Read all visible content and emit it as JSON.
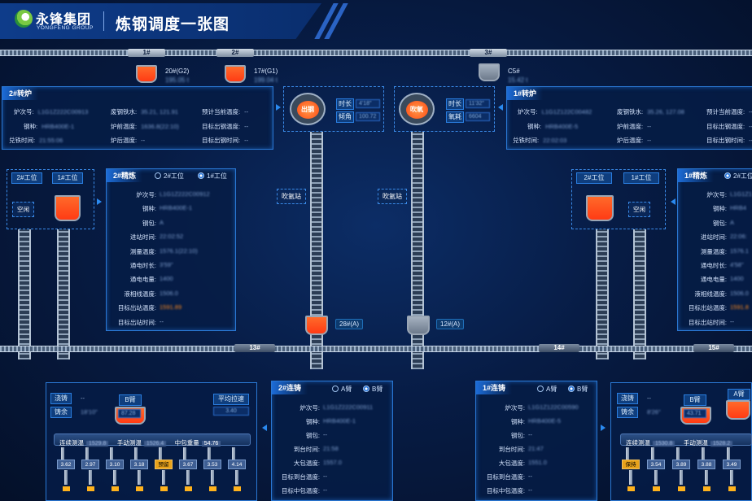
{
  "header": {
    "logo_cn": "永锋集团",
    "logo_en": "YONGFENG GROUP",
    "title": "炼钢调度一张图"
  },
  "top_rail": {
    "trolleys": [
      "1#",
      "2#",
      "3#"
    ],
    "ladles": [
      {
        "id": "20#(G2)",
        "sub": "195.05 t"
      },
      {
        "id": "17#(G1)",
        "sub": "199.04 t"
      },
      {
        "id": "C5#",
        "sub": "15.42 t"
      }
    ]
  },
  "converter2": {
    "title": "2#转炉",
    "rows": [
      {
        "k": "炉次号:",
        "v": "L1G1Z222C00913"
      },
      {
        "k": "钢种:",
        "v": "HRB400E-1"
      },
      {
        "k": "兑铁时间:",
        "v": "21:55:06"
      }
    ],
    "rows_mid": [
      {
        "k": "废钢铁水:",
        "v": "35.21, 121.91"
      },
      {
        "k": "炉前温度:",
        "v": "1636.8(22:10)"
      },
      {
        "k": "炉后温度:",
        "v": "--"
      }
    ],
    "rows_right": [
      {
        "k": "预计当前温度:",
        "v": "--"
      },
      {
        "k": "目标出钢温度:",
        "v": "--"
      },
      {
        "k": "目标出钢时间:",
        "v": "--"
      }
    ]
  },
  "converter1": {
    "title": "1#转炉",
    "rows": [
      {
        "k": "炉次号:",
        "v": "L1G1Z122C00482"
      },
      {
        "k": "钢种:",
        "v": "HRB400E-5"
      },
      {
        "k": "兑铁时间:",
        "v": "22:02:03"
      }
    ],
    "rows_mid": [
      {
        "k": "废钢铁水:",
        "v": "35.26, 127.08"
      },
      {
        "k": "炉前温度:",
        "v": "--"
      },
      {
        "k": "炉后温度:",
        "v": "--"
      }
    ],
    "rows_right": [
      {
        "k": "预计当前温度:",
        "v": "--"
      },
      {
        "k": "目标出钢温度:",
        "v": "--"
      },
      {
        "k": "目标出钢时间:",
        "v": "--"
      }
    ]
  },
  "tapping": {
    "label": "出钢",
    "time_k": "时长",
    "time_v": "4'18\"",
    "angle_k": "倾角",
    "angle_v": "100.72"
  },
  "blowing": {
    "label": "吹氧",
    "time_k": "时长",
    "time_v": "11'32\"",
    "o2_k": "氧耗",
    "o2_v": "6604"
  },
  "argon_stations": [
    "吹氩站",
    "吹氩站"
  ],
  "lf2": {
    "title": "2#精炼",
    "radio_a": "2#工位",
    "radio_b": "1#工位",
    "rows": [
      {
        "k": "炉次号:",
        "v": "L1G1Z222C00912"
      },
      {
        "k": "钢种:",
        "v": "HRB400E-1"
      },
      {
        "k": "钢包:",
        "v": "A"
      },
      {
        "k": "进站时间:",
        "v": "22:02:52"
      },
      {
        "k": "测量温度:",
        "v": "1576.1(22:10)"
      },
      {
        "k": "通电时长:",
        "v": "3'59\""
      },
      {
        "k": "通电电量:",
        "v": "1400"
      },
      {
        "k": "液相线温度:",
        "v": "1506.0"
      },
      {
        "k": "目标出站温度:",
        "v": "1591.89"
      },
      {
        "k": "目标出站时间:",
        "v": "--"
      }
    ]
  },
  "lf1": {
    "title": "1#精炼",
    "radio_a": "2#工位",
    "rows": [
      {
        "k": "炉次号:",
        "v": "L1G1Z1"
      },
      {
        "k": "钢种:",
        "v": "HRB4"
      },
      {
        "k": "钢包:",
        "v": "A"
      },
      {
        "k": "进站时间:",
        "v": "22:06:"
      },
      {
        "k": "测量温度:",
        "v": "1576.1"
      },
      {
        "k": "通电时长:",
        "v": "4'58\""
      },
      {
        "k": "通电电量:",
        "v": "1400"
      },
      {
        "k": "液相线温度:",
        "v": "1506.0"
      },
      {
        "k": "目标出站温度:",
        "v": "1591.8"
      },
      {
        "k": "目标出站时间:",
        "v": "--"
      }
    ]
  },
  "lf2_positions": {
    "pos2": "2#工位",
    "pos1": "1#工位",
    "empty": "空闲"
  },
  "lf1_positions": {
    "pos2": "2#工位",
    "pos1": "1#工位",
    "empty": "空闲"
  },
  "mid_ladles": [
    {
      "id": "28#(A)"
    },
    {
      "id": "12#(A)"
    }
  ],
  "bottom_trolleys": [
    "13#",
    "14#",
    "15#"
  ],
  "caster2_panel": {
    "title": "2#连铸",
    "radio_a": "A臂",
    "radio_b": "B臂",
    "rows": [
      {
        "k": "炉次号:",
        "v": "L1G1Z222C00911"
      },
      {
        "k": "钢种:",
        "v": "HRB400E-1"
      },
      {
        "k": "钢包:",
        "v": "--"
      },
      {
        "k": "到台时间:",
        "v": "21:58"
      },
      {
        "k": "大包温度:",
        "v": "1557.0"
      },
      {
        "k": "目标到台温度:",
        "v": "--"
      },
      {
        "k": "目标中包温度:",
        "v": "--"
      }
    ]
  },
  "caster1_panel": {
    "title": "1#连铸",
    "radio_a": "A臂",
    "radio_b": "B臂",
    "rows": [
      {
        "k": "炉次号:",
        "v": "L1G1Z122C00590"
      },
      {
        "k": "钢种:",
        "v": "HRB400E-5"
      },
      {
        "k": "钢包:",
        "v": "--"
      },
      {
        "k": "到台时间:",
        "v": "21:47"
      },
      {
        "k": "大包温度:",
        "v": "1551.0"
      },
      {
        "k": "目标到台温度:",
        "v": "--"
      },
      {
        "k": "目标中包温度:",
        "v": "--"
      }
    ]
  },
  "caster2": {
    "pour_k": "浇铸",
    "pour_v": "--",
    "rest_k": "铸余",
    "rest_v": "18'10\"",
    "arm": "B臂",
    "ladle_v": "87.28",
    "avg_k": "平均拉速",
    "avg_v": "3.40",
    "bar": [
      {
        "k": "连续测温",
        "v": "1529.8"
      },
      {
        "k": "手动测温",
        "v": "1526.4"
      },
      {
        "k": "中包重量",
        "v": "54.76"
      }
    ],
    "strands": [
      "3.62",
      "2.97",
      "3.10",
      "3.18",
      "预留",
      "3.67",
      "3.53",
      "4.14"
    ]
  },
  "caster1": {
    "pour_k": "浇铸",
    "pour_v": "--",
    "rest_k": "铸余",
    "rest_v": "8'26\"",
    "arm": "B臂",
    "arm2": "A臂",
    "ladle_v": "43.71",
    "bar": [
      {
        "k": "连续测温",
        "v": "1530.8"
      },
      {
        "k": "手动测温",
        "v": "1528.2"
      }
    ],
    "strands": [
      "保持",
      "3.54",
      "3.89",
      "3.88",
      "3.49"
    ]
  }
}
